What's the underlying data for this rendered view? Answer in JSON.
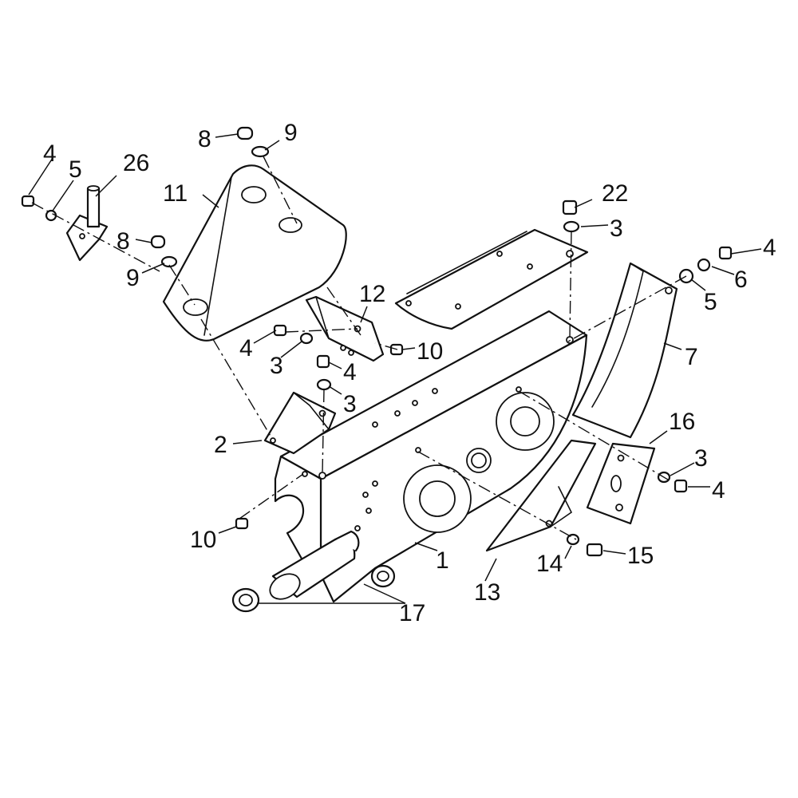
{
  "callouts": {
    "c1": "1",
    "c2": "2",
    "c3a": "3",
    "c3b": "3",
    "c3c": "3",
    "c3d": "3",
    "c4a": "4",
    "c4b": "4",
    "c4c": "4",
    "c4d": "4",
    "c4e": "4",
    "c5a": "5",
    "c5b": "5",
    "c6": "6",
    "c7": "7",
    "c8a": "8",
    "c8b": "8",
    "c9a": "9",
    "c9b": "9",
    "c10a": "10",
    "c10b": "10",
    "c11": "11",
    "c12": "12",
    "c13": "13",
    "c14": "14",
    "c15": "15",
    "c16": "16",
    "c17": "17",
    "c22": "22",
    "c26": "26"
  }
}
